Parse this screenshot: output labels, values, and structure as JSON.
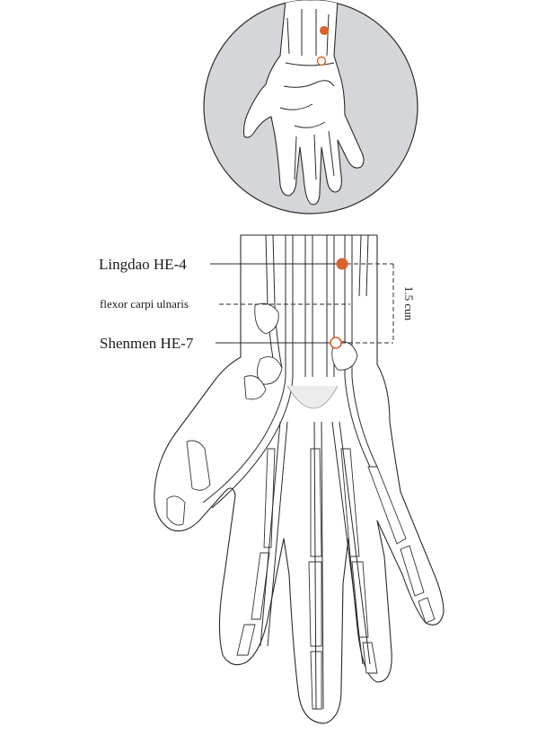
{
  "labels": {
    "point_1": "Lingdao HE-4",
    "muscle": "flexor carpi ulnaris",
    "point_2": "Shenmen HE-7",
    "distance": "1.5 cun"
  },
  "colors": {
    "primary_point": "#d9622b",
    "secondary_point_fill": "#ffffff",
    "secondary_point_stroke": "#d9622b",
    "inset_background": "#d4d6d9",
    "line": "#2a2a2a"
  }
}
